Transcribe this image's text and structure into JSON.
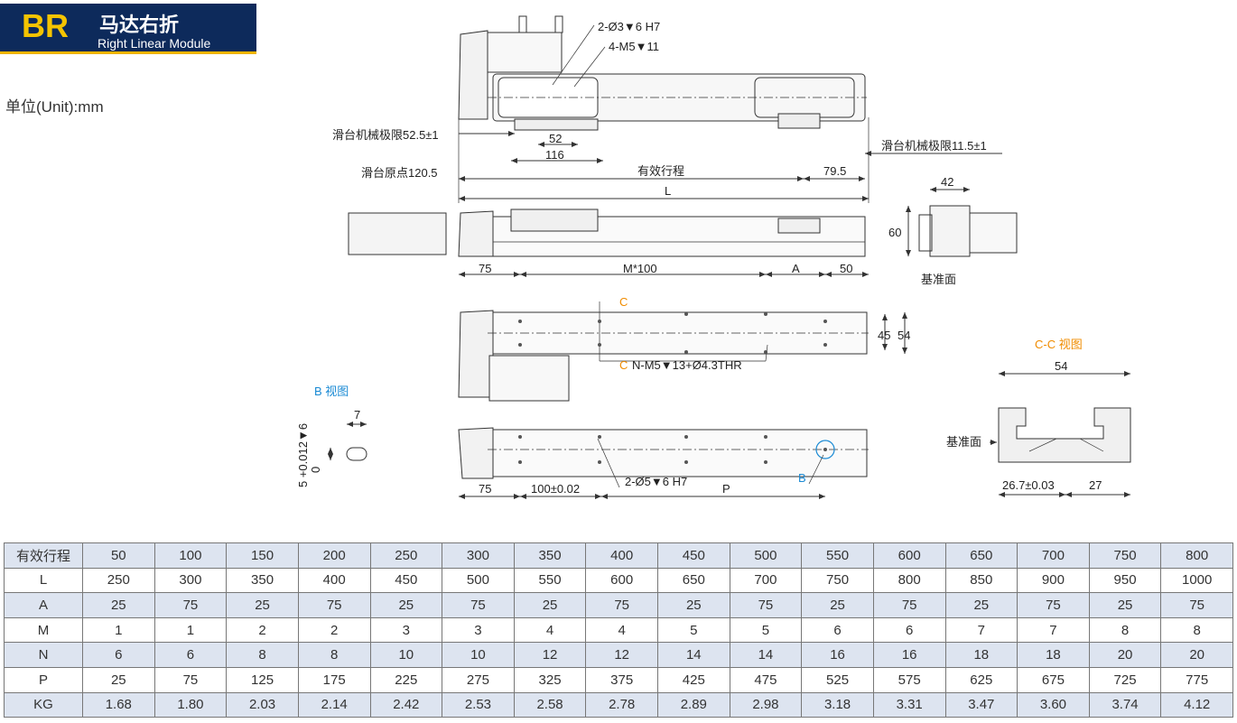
{
  "header": {
    "code": "BR",
    "title_zh": "马达右折",
    "title_en": "Right Linear Module"
  },
  "unit_label": "单位(Unit):mm",
  "colors": {
    "header_bg": "#0d2a5b",
    "header_accent": "#f5c400",
    "table_stripe": "#dde4f0",
    "label_orange": "#f08c00",
    "label_blue": "#1a8ad4"
  },
  "dimensions": {
    "pin_holes": "2-Ø3▼6 H7",
    "thread_holes": "4-M5▼11",
    "d52": "52",
    "d116": "116",
    "limit_left": "滑台机械极限52.5±1",
    "limit_right": "滑台机械极限11.5±1",
    "origin": "滑台原点120.5",
    "stroke": "有效行程",
    "d79_5": "79.5",
    "L": "L",
    "d42": "42",
    "d60": "60",
    "ref_face_1": "基准面",
    "d75a": "75",
    "m100": "M*100",
    "A": "A",
    "d50": "50",
    "C_top": "C",
    "C_bottom": "C",
    "mount_holes": "N-M5▼13+Ø4.3THR",
    "d45": "45",
    "d54a": "54",
    "b_view": "B 视图",
    "d7": "7",
    "slot_tol": "5 +0.012▼6",
    "slot_zero": "0",
    "cc_view": "C-C 视图",
    "d54b": "54",
    "ref_face_2": "基准面",
    "d26_7": "26.7±0.03",
    "d27": "27",
    "d75b": "75",
    "d100": "100±0.02",
    "pin_holes_2": "2-Ø5▼6 H7",
    "P": "P",
    "B_mark": "B"
  },
  "table": {
    "rows": [
      [
        "有效行程",
        "50",
        "100",
        "150",
        "200",
        "250",
        "300",
        "350",
        "400",
        "450",
        "500",
        "550",
        "600",
        "650",
        "700",
        "750",
        "800"
      ],
      [
        "L",
        "250",
        "300",
        "350",
        "400",
        "450",
        "500",
        "550",
        "600",
        "650",
        "700",
        "750",
        "800",
        "850",
        "900",
        "950",
        "1000"
      ],
      [
        "A",
        "25",
        "75",
        "25",
        "75",
        "25",
        "75",
        "25",
        "75",
        "25",
        "75",
        "25",
        "75",
        "25",
        "75",
        "25",
        "75"
      ],
      [
        "M",
        "1",
        "1",
        "2",
        "2",
        "3",
        "3",
        "4",
        "4",
        "5",
        "5",
        "6",
        "6",
        "7",
        "7",
        "8",
        "8"
      ],
      [
        "N",
        "6",
        "6",
        "8",
        "8",
        "10",
        "10",
        "12",
        "12",
        "14",
        "14",
        "16",
        "16",
        "18",
        "18",
        "20",
        "20"
      ],
      [
        "P",
        "25",
        "75",
        "125",
        "175",
        "225",
        "275",
        "325",
        "375",
        "425",
        "475",
        "525",
        "575",
        "625",
        "675",
        "725",
        "775"
      ],
      [
        "KG",
        "1.68",
        "1.80",
        "2.03",
        "2.14",
        "2.42",
        "2.53",
        "2.58",
        "2.78",
        "2.89",
        "2.98",
        "3.18",
        "3.31",
        "3.47",
        "3.60",
        "3.74",
        "4.12"
      ]
    ]
  }
}
